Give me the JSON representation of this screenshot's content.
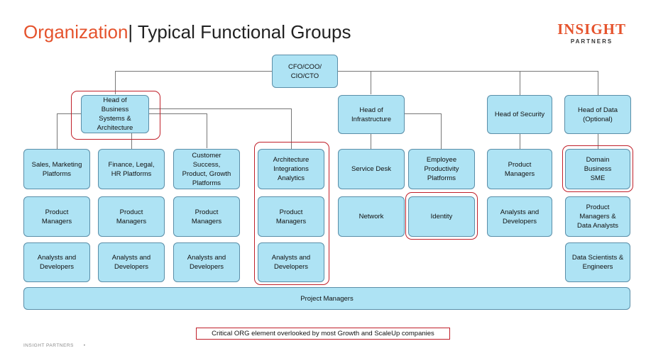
{
  "header": {
    "title_accent": "Organization",
    "title_rest": "| Typical Functional Groups"
  },
  "logo": {
    "line1": "INSIGHT",
    "line2": "PARTNERS"
  },
  "nodes": {
    "root": "CFO/COO/\nCIO/CTO",
    "head_bsa": "Head of\nBusiness\nSystems &\nArchitecture",
    "head_infra": "Head of\nInfrastructure",
    "head_security": "Head of Security",
    "head_data": "Head of Data\n(Optional)",
    "sales": "Sales, Marketing\nPlatforms",
    "finance": "Finance, Legal,\nHR Platforms",
    "customer": "Customer\nSuccess,\nProduct, Growth\nPlatforms",
    "architecture": "Architecture\nIntegrations\nAnalytics",
    "service_desk": "Service Desk",
    "employee_prod": "Employee\nProductivity\nPlatforms",
    "sec_pm": "Product\nManagers",
    "domain_sme": "Domain\nBusiness\nSME",
    "pm1": "Product\nManagers",
    "pm2": "Product\nManagers",
    "pm3": "Product\nManagers",
    "pm4": "Product\nManagers",
    "network": "Network",
    "identity": "Identity",
    "sec_ad": "Analysts and\nDevelopers",
    "data_pm": "Product\nManagers &\nData Analysts",
    "ad1": "Analysts and\nDevelopers",
    "ad2": "Analysts and\nDevelopers",
    "ad3": "Analysts and\nDevelopers",
    "ad4": "Analysts and\nDevelopers",
    "data_sci": "Data Scientists &\nEngineers",
    "project_managers": "Project Managers"
  },
  "legend": {
    "text": "Critical ORG element overlooked by most Growth and    ScaleUp companies"
  },
  "footer": {
    "text": "INSIGHT PARTNERS",
    "dot": "•"
  },
  "colors": {
    "accent": "#e5532d",
    "box_fill": "#aee3f4",
    "highlight": "#c0202a"
  }
}
